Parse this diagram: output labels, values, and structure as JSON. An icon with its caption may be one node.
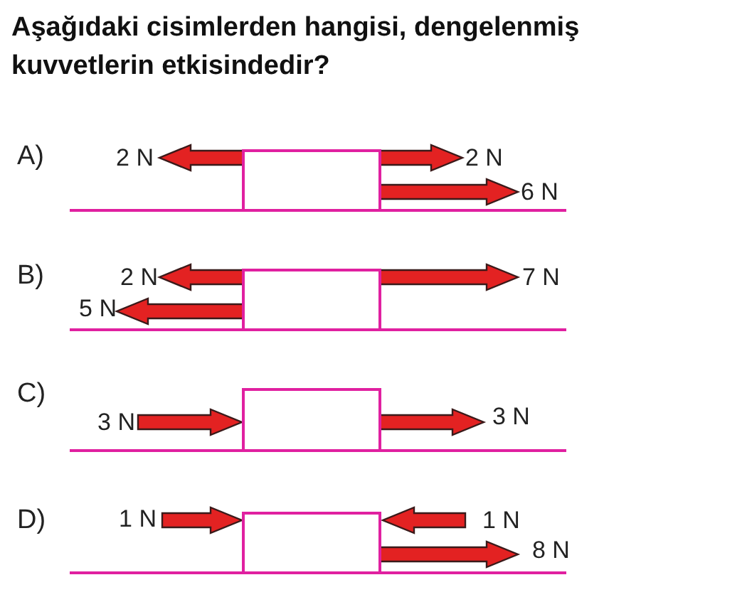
{
  "diagram": {
    "title": "Aşağıdaki cisimlerden hangisi, dengelenmiş kuvvetlerin etkisindedir?",
    "nodes": [
      {
        "text": [],
        "shape": "box"
      },
      {
        "text": [],
        "shape": "box"
      },
      {
        "text": [],
        "shape": "box"
      },
      {
        "text": [],
        "shape": "box"
      }
    ],
    "labels": [
      "A)",
      "2 N",
      "2 N",
      "6 N",
      "B)",
      "2 N",
      "7 N",
      "5 N",
      "C)",
      "3 N",
      "3 N",
      "D)",
      "1 N",
      "1 N",
      "8 N"
    ]
  }
}
